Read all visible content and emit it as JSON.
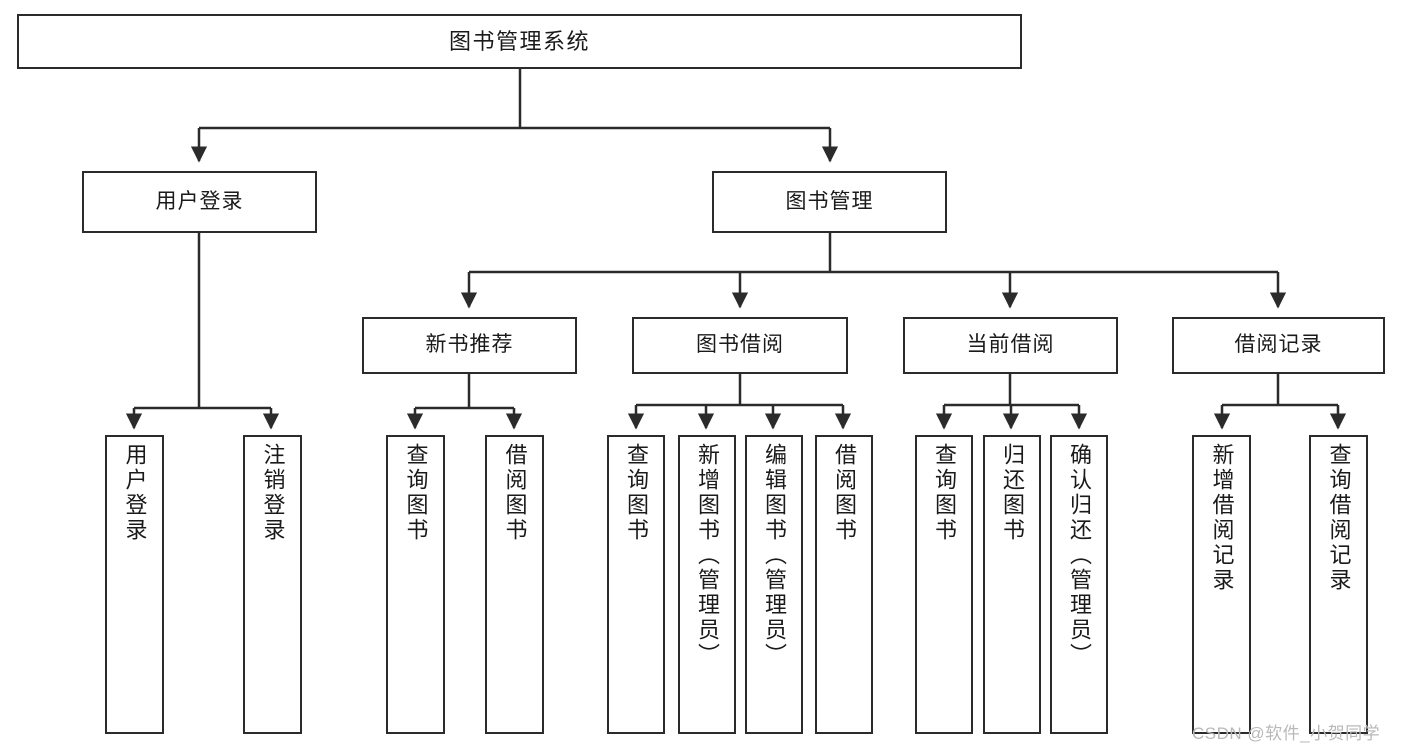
{
  "diagram": {
    "title": "图书管理系统",
    "watermark": "CSDN @软件_小贺同学",
    "colors": {
      "box_border": "#2b2b2b",
      "box_fill": "#ffffff",
      "edge": "#2b2b2b",
      "text": "#1a1a1a",
      "watermark": "#b9b9b9"
    },
    "levels": {
      "root": "图书管理系统",
      "level2": [
        "用户登录",
        "图书管理"
      ],
      "level3": [
        "新书推荐",
        "图书借阅",
        "当前借阅",
        "借阅记录"
      ],
      "level4": [
        "用户登录",
        "注销登录",
        "查询图书",
        "借阅图书",
        "查询图书",
        "新增图书（管理员）",
        "编辑图书（管理员）",
        "借阅图书",
        "查询图书",
        "归还图书",
        "确认归还（管理员）",
        "新增借阅记录",
        "查询借阅记录"
      ]
    },
    "nodes": {
      "root": {
        "label": "图书管理系统"
      },
      "user_login": {
        "label": "用户登录"
      },
      "book_manage": {
        "label": "图书管理"
      },
      "new_book_rec": {
        "label": "新书推荐"
      },
      "book_borrow": {
        "label": "图书借阅"
      },
      "current_borrow": {
        "label": "当前借阅"
      },
      "borrow_record": {
        "label": "借阅记录"
      },
      "leaf_user_login": {
        "label": "用户登录"
      },
      "leaf_logout": {
        "label": "注销登录"
      },
      "leaf_query_book_1": {
        "label": "查询图书"
      },
      "leaf_borrow_book_1": {
        "label": "借阅图书"
      },
      "leaf_query_book_2": {
        "label": "查询图书"
      },
      "leaf_add_book": {
        "label": "新增图书（管理员）"
      },
      "leaf_edit_book": {
        "label": "编辑图书（管理员）"
      },
      "leaf_borrow_book_2": {
        "label": "借阅图书"
      },
      "leaf_query_book_3": {
        "label": "查询图书"
      },
      "leaf_return_book": {
        "label": "归还图书"
      },
      "leaf_confirm_return": {
        "label": "确认归还（管理员）"
      },
      "leaf_add_record": {
        "label": "新增借阅记录"
      },
      "leaf_query_record": {
        "label": "查询借阅记录"
      }
    }
  }
}
